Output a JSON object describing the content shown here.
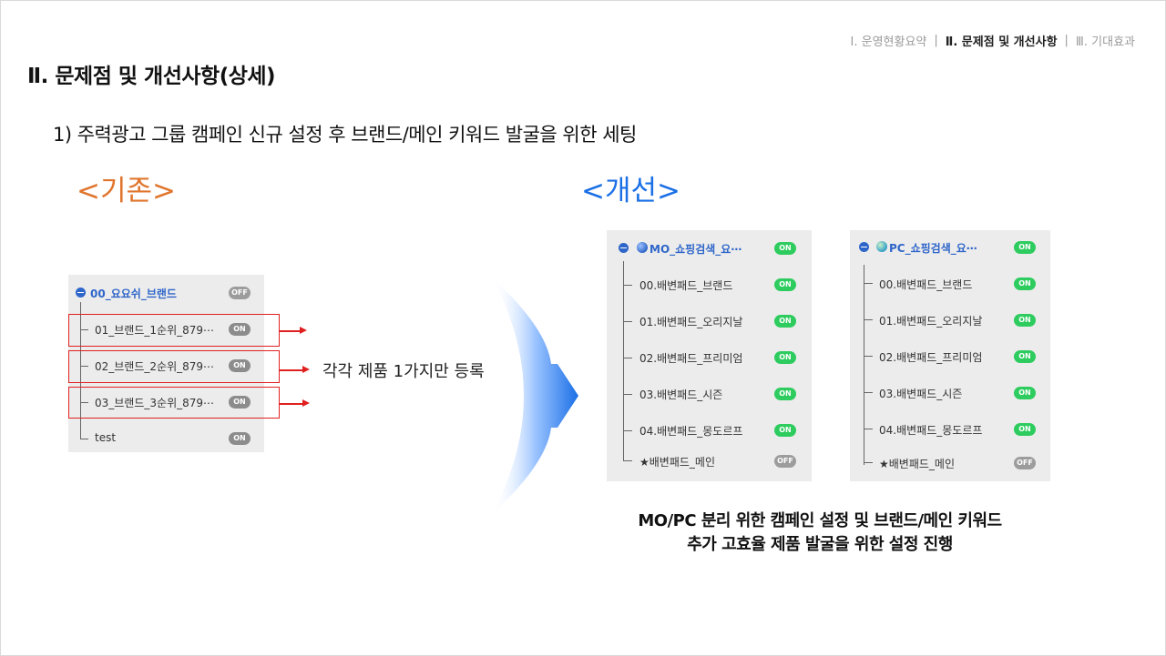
{
  "nav": {
    "item1": "Ⅰ. 운영현황요약",
    "item2": "Ⅱ. 문제점 및 개선사항",
    "item3": "Ⅲ. 기대효과"
  },
  "page_title": "Ⅱ. 문제점 및 개선사항(상세)",
  "subtitle": "1) 주력광고 그룹 캠페인 신규 설정 후 브랜드/메인 키워드 발굴을 위한 세팅",
  "before_label": "<기존>",
  "after_label": "<개선>",
  "before_panel": {
    "header": "00_요요쉬_브랜드",
    "header_toggle": "OFF",
    "items": [
      {
        "label": "01_브랜드_1순위_879⋯",
        "toggle": "ON"
      },
      {
        "label": "02_브랜드_2순위_879⋯",
        "toggle": "ON"
      },
      {
        "label": "03_브랜드_3순위_879⋯",
        "toggle": "ON"
      },
      {
        "label": "test",
        "toggle": "ON"
      }
    ]
  },
  "note": "각각 제품 1가지만 등록",
  "mo_panel": {
    "header": "MO_쇼핑검색_요⋯",
    "header_toggle": "ON",
    "items": [
      {
        "label": "00.배변패드_브랜드",
        "toggle": "ON"
      },
      {
        "label": "01.배변패드_오리지날",
        "toggle": "ON"
      },
      {
        "label": "02.배변패드_프리미엄",
        "toggle": "ON"
      },
      {
        "label": "03.배변패드_시즌",
        "toggle": "ON"
      },
      {
        "label": "04.배변패드_몽도르프",
        "toggle": "ON"
      },
      {
        "label": "★배변패드_메인",
        "toggle": "OFF"
      }
    ]
  },
  "pc_panel": {
    "header": "PC_쇼핑검색_요⋯",
    "header_toggle": "ON",
    "items": [
      {
        "label": "00.배변패드_브랜드",
        "toggle": "ON"
      },
      {
        "label": "01.배변패드_오리지날",
        "toggle": "ON"
      },
      {
        "label": "02.배변패드_프리미엄",
        "toggle": "ON"
      },
      {
        "label": "03.배변패드_시즌",
        "toggle": "ON"
      },
      {
        "label": "04.배변패드_몽도르프",
        "toggle": "ON"
      },
      {
        "label": "★배변패드_메인",
        "toggle": "OFF"
      }
    ]
  },
  "bottom_text": {
    "line1": "MO/PC 분리 위한 캠페인 설정 및 브랜드/메인 키워드",
    "line2": "추가 고효율 제품 발굴을 위한 설정 진행"
  },
  "colors": {
    "before_accent": "#e0762e",
    "after_accent": "#1a6fe6",
    "toggle_on": "#2ecc5f",
    "highlight_red": "#e02020",
    "panel_bg": "#ececec",
    "header_blue": "#2f66c9"
  },
  "icons": [
    "collapse-minus-icon",
    "globe-icon",
    "toggle-switch",
    "arrow-right-icon",
    "big-gradient-arrow"
  ]
}
